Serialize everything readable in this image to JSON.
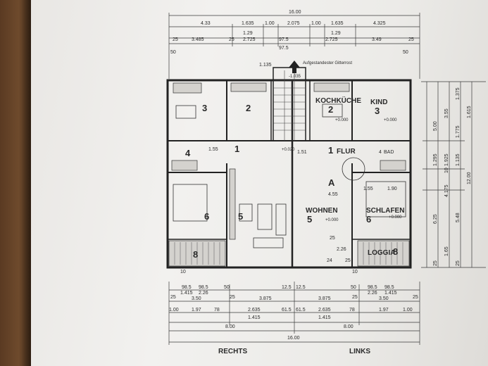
{
  "top_dims": {
    "overall": "16.00",
    "row2": [
      "4.33",
      "1.635",
      "1.00",
      "2.075",
      "1.00",
      "1.635",
      "4.325"
    ],
    "row3": [
      "1.29",
      "1.29"
    ],
    "row4": [
      "25",
      "3.485",
      "25",
      "2.725",
      "97.5",
      "2.725",
      "3.49",
      "25"
    ],
    "small": [
      "50",
      "50",
      "97.5",
      "1.135"
    ],
    "grate_note": "Aufgestandester Gitterrost"
  },
  "rooms_left": [
    "3",
    "2",
    "4",
    "1",
    "6",
    "5",
    "8"
  ],
  "rooms_right": {
    "kochkueche": "KOCHKÜCHE",
    "kochkueche_num": "2",
    "kind": "KIND",
    "kind_num": "3",
    "flur": "FLUR",
    "flur_num": "1",
    "bad": "BAD",
    "bad_num": "4",
    "wohnen": "WOHNEN",
    "wohnen_num": "5",
    "schlafen": "SCHLAFEN",
    "schlafen_num": "6",
    "loggia": "LOGGIA",
    "loggia_num": "8",
    "section_mark": "A"
  },
  "interior": {
    "levels": [
      "+0.000",
      "+0.000",
      "+0.000",
      "+0.000",
      "+0.020",
      "-1.035"
    ],
    "flur_width": "1.55",
    "mid_dims": [
      "1.51",
      "1.55",
      "1.90",
      "4.55",
      "2.26",
      "25",
      "24",
      "25",
      "10",
      "10"
    ]
  },
  "right_dims": [
    "5.00",
    "3.55",
    "1.375",
    "1.615",
    "1.775",
    "1.135",
    "1.925",
    "1.295",
    "4.175",
    "6.25",
    "5.48",
    "12.00",
    "1.65",
    "25",
    "25",
    "10"
  ],
  "bottom_dims": {
    "row1": [
      "98.5",
      "98.5",
      "50",
      "12.5",
      "12.5",
      "50",
      "98.5",
      "98.5"
    ],
    "row2": [
      "1.415",
      "2.26",
      "2.26",
      "1.415"
    ],
    "row3": [
      "25",
      "3.50",
      "25",
      "3.875",
      "3.875",
      "25",
      "3.50",
      "25"
    ],
    "row4": [
      "1.00",
      "1.97",
      "78",
      "2.635",
      "61.5",
      "61.5",
      "2.635",
      "78",
      "1.97",
      "1.00"
    ],
    "row5": [
      "1.415",
      "1.415"
    ],
    "row6": [
      "8.00",
      "8.00"
    ],
    "row7": "16.00",
    "side_left": "RECHTS",
    "side_right": "LINKS"
  },
  "colors": {
    "ink": "#2a2a2a",
    "paper": "#efeeeb",
    "desk": "#5a3a22"
  }
}
